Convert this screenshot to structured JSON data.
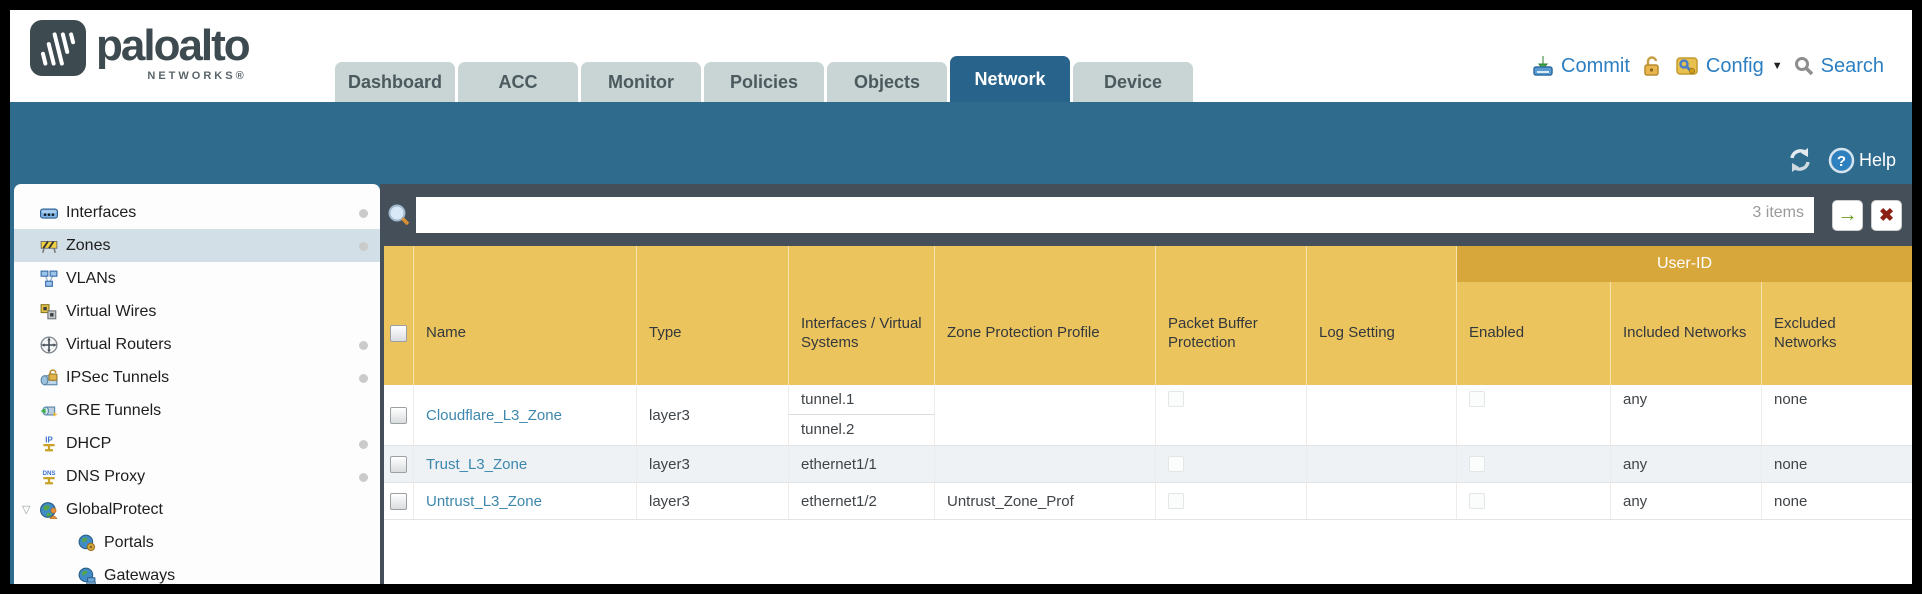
{
  "brand": {
    "logo_text": "paloalto",
    "logo_sub": "NETWORKS®"
  },
  "nav": {
    "tabs": [
      {
        "label": "Dashboard"
      },
      {
        "label": "ACC"
      },
      {
        "label": "Monitor"
      },
      {
        "label": "Policies"
      },
      {
        "label": "Objects"
      },
      {
        "label": "Network",
        "active": true
      },
      {
        "label": "Device"
      }
    ],
    "actions": {
      "commit": "Commit",
      "config": "Config",
      "search": "Search"
    }
  },
  "toolbar": {
    "help_label": "Help"
  },
  "filter_bar": {
    "input_value": "",
    "items_count": "3 items"
  },
  "sidebar": {
    "items": [
      {
        "label": "Interfaces",
        "icon": "interfaces-icon",
        "dot": true
      },
      {
        "label": "Zones",
        "icon": "zones-icon",
        "dot": true,
        "selected": true
      },
      {
        "label": "VLANs",
        "icon": "vlans-icon"
      },
      {
        "label": "Virtual Wires",
        "icon": "virtual-wires-icon"
      },
      {
        "label": "Virtual Routers",
        "icon": "virtual-routers-icon",
        "dot": true
      },
      {
        "label": "IPSec Tunnels",
        "icon": "ipsec-tunnels-icon",
        "dot": true
      },
      {
        "label": "GRE Tunnels",
        "icon": "gre-tunnels-icon"
      },
      {
        "label": "DHCP",
        "icon": "dhcp-icon",
        "dot": true
      },
      {
        "label": "DNS Proxy",
        "icon": "dns-proxy-icon",
        "dot": true
      },
      {
        "label": "GlobalProtect",
        "icon": "globalprotect-icon",
        "expandable": true
      },
      {
        "label": "Portals",
        "icon": "portals-icon",
        "child": true
      },
      {
        "label": "Gateways",
        "icon": "gateways-icon",
        "child": true
      }
    ]
  },
  "table": {
    "user_id_group_header": "User-ID",
    "columns": [
      "Name",
      "Type",
      "Interfaces / Virtual Systems",
      "Zone Protection Profile",
      "Packet Buffer Protection",
      "Log Setting",
      "Enabled",
      "Included Networks",
      "Excluded Networks"
    ],
    "rows": [
      {
        "name": "Cloudflare_L3_Zone",
        "type": "layer3",
        "interfaces": [
          "tunnel.1",
          "tunnel.2"
        ],
        "zone_protection_profile": "",
        "log_setting": "",
        "included_networks": "any",
        "excluded_networks": "none"
      },
      {
        "name": "Trust_L3_Zone",
        "type": "layer3",
        "interfaces": [
          "ethernet1/1"
        ],
        "zone_protection_profile": "",
        "log_setting": "",
        "included_networks": "any",
        "excluded_networks": "none"
      },
      {
        "name": "Untrust_L3_Zone",
        "type": "layer3",
        "interfaces": [
          "ethernet1/2"
        ],
        "zone_protection_profile": "Untrust_Zone_Prof",
        "log_setting": "",
        "included_networks": "any",
        "excluded_networks": "none"
      }
    ]
  },
  "colors": {
    "accent_teal": "#2e6b8d",
    "header_gold": "#ecc45e",
    "user_id_band_gold": "#d8a73c",
    "link_blue": "#3d87ad"
  }
}
